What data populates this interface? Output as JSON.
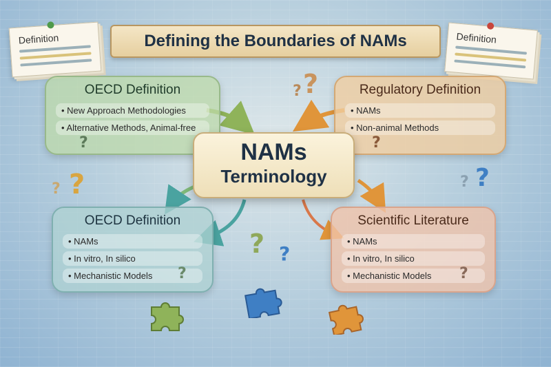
{
  "title": "Defining the Boundaries of NAMs",
  "notes": [
    {
      "label": "Definition"
    },
    {
      "label": "Definition"
    }
  ],
  "center": {
    "line1": "NAMs",
    "line2": "Terminology"
  },
  "boxes": {
    "top_left": {
      "title": "OECD Definition",
      "items": [
        "New Approach Methodologies",
        "Alternative Methods, Animal-free"
      ]
    },
    "top_right": {
      "title": "Regulatory Definition",
      "items": [
        "NAMs",
        "Non-animal Methods"
      ]
    },
    "bottom_left": {
      "title": "OECD Definition",
      "items": [
        "NAMs",
        "In vitro, In silico",
        "Mechanistic Models"
      ]
    },
    "bottom_right": {
      "title": "Scientific Literature",
      "items": [
        "NAMs",
        "In vitro, In silico",
        "Mechanistic Models"
      ]
    }
  },
  "question_mark": "?",
  "colors": {
    "green": "#8fb35a",
    "blue": "#3f7fc4",
    "orange": "#e0953a",
    "navy": "#1f3145"
  }
}
